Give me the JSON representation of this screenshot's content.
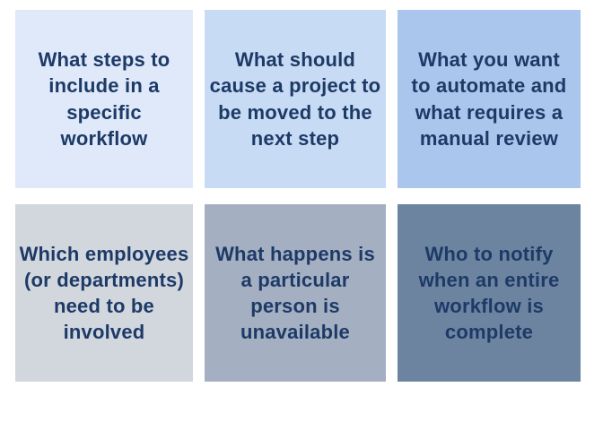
{
  "page": {
    "background": "#ffffff",
    "text_color": "#1d3a67"
  },
  "grid": {
    "rows": 2,
    "columns": 3,
    "cells": [
      {
        "id": "workflow-steps",
        "label": "What steps to\ninclude in a\nspecific\nworkflow",
        "bg": "#dfe9fa"
      },
      {
        "id": "step-triggers",
        "label": "What should\ncause a project to\nbe moved to the\nnext step",
        "bg": "#c8dbf4"
      },
      {
        "id": "automation-scope",
        "label": "What you want\nto automate and\nwhat requires a\nmanual review",
        "bg": "#aac6ec"
      },
      {
        "id": "people-involved",
        "label": "Which employees\n(or departments)\nneed to be\ninvolved",
        "bg": "#d2d7de"
      },
      {
        "id": "unavailable-person",
        "label": "What happens is\na particular\nperson is\nunavailable",
        "bg": "#a4afc2"
      },
      {
        "id": "completion-notify",
        "label": "Who to notify\nwhen an entire\nworkflow is\ncomplete",
        "bg": "#6d84a1"
      }
    ]
  }
}
